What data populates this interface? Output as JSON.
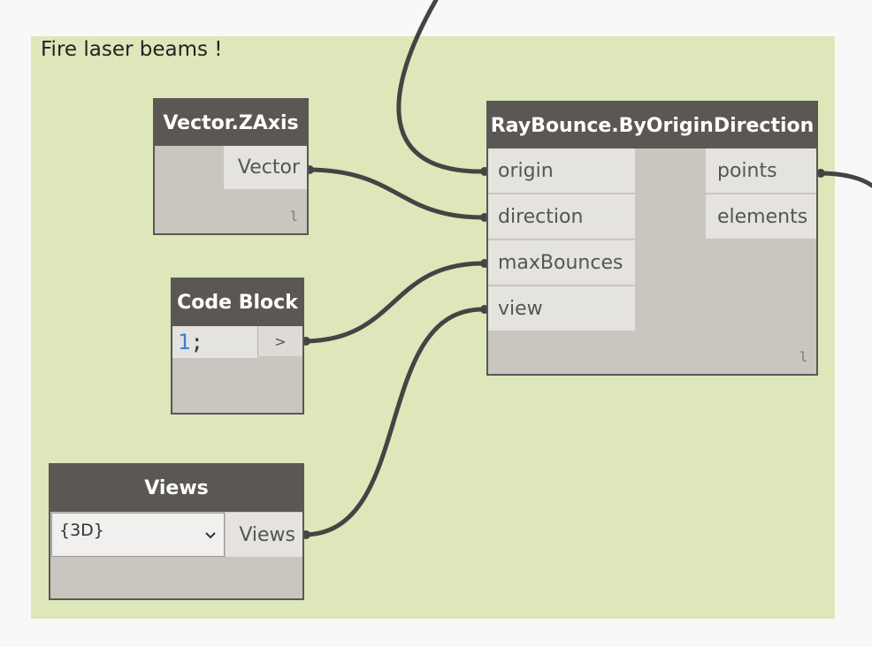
{
  "group": {
    "title": "Fire laser beams !",
    "color": "#dde7ba"
  },
  "nodes": {
    "vector_zaxis": {
      "title": "Vector.ZAxis",
      "output": "Vector",
      "lacing": "l"
    },
    "code_block": {
      "title": "Code Block",
      "code_number": "1",
      "code_punct": ";",
      "run_label": ">"
    },
    "views": {
      "title": "Views",
      "selected": "{3D}",
      "output": "Views"
    },
    "ray_bounce": {
      "title": "RayBounce.ByOriginDirection",
      "inputs": [
        "origin",
        "direction",
        "maxBounces",
        "view"
      ],
      "outputs": [
        "points",
        "elements"
      ],
      "lacing": "l"
    }
  },
  "colors": {
    "header": "#5a5754",
    "body": "#c9c5bf",
    "port": "#e5e3e0",
    "wire": "#444444"
  }
}
